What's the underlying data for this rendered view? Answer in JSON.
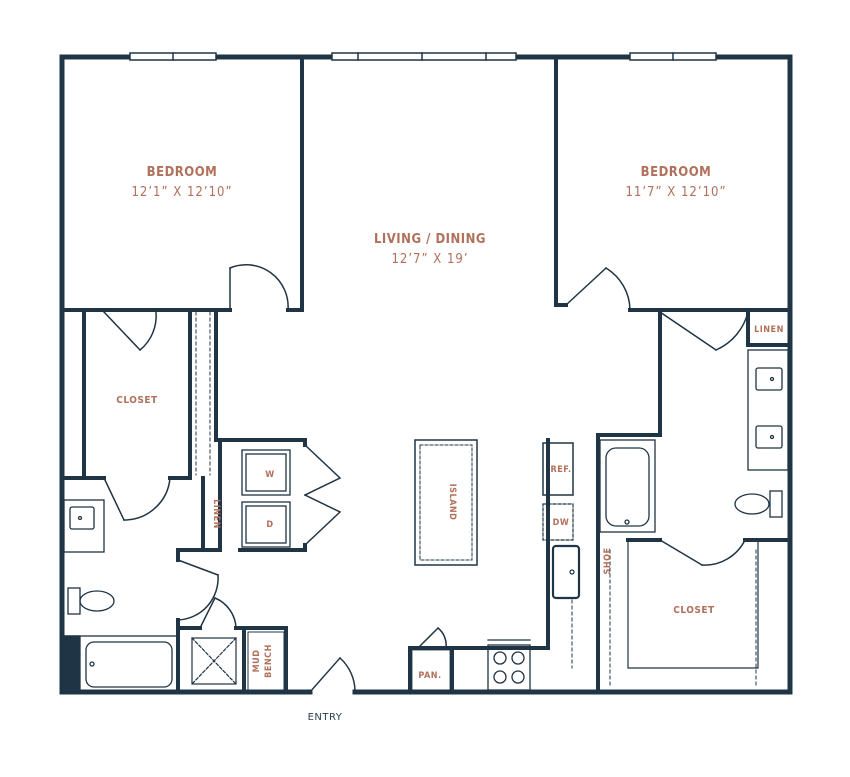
{
  "colors": {
    "wall": "#1f3444",
    "label": "#b0705a",
    "fixture": "#1f3444"
  },
  "rooms": {
    "bedroom_left": {
      "name": "Bedroom",
      "dim": "12’1” X 12’10”"
    },
    "living": {
      "name": "Living / Dining",
      "dim": "12’7” X 19’"
    },
    "bedroom_right": {
      "name": "Bedroom",
      "dim": "11’7” X 12’10”"
    },
    "closet_left": "Closet",
    "closet_right": "Closet"
  },
  "labels": {
    "linen_right": "Linen",
    "linen_left": "Linen",
    "washer": "W",
    "dryer": "D",
    "island": "Island",
    "refrigerator": "Ref.",
    "dishwasher": "DW",
    "shoe": "Shoe",
    "mud_bench_1": "Mud",
    "mud_bench_2": "Bench",
    "pantry": "Pan.",
    "entry": "Entry"
  }
}
